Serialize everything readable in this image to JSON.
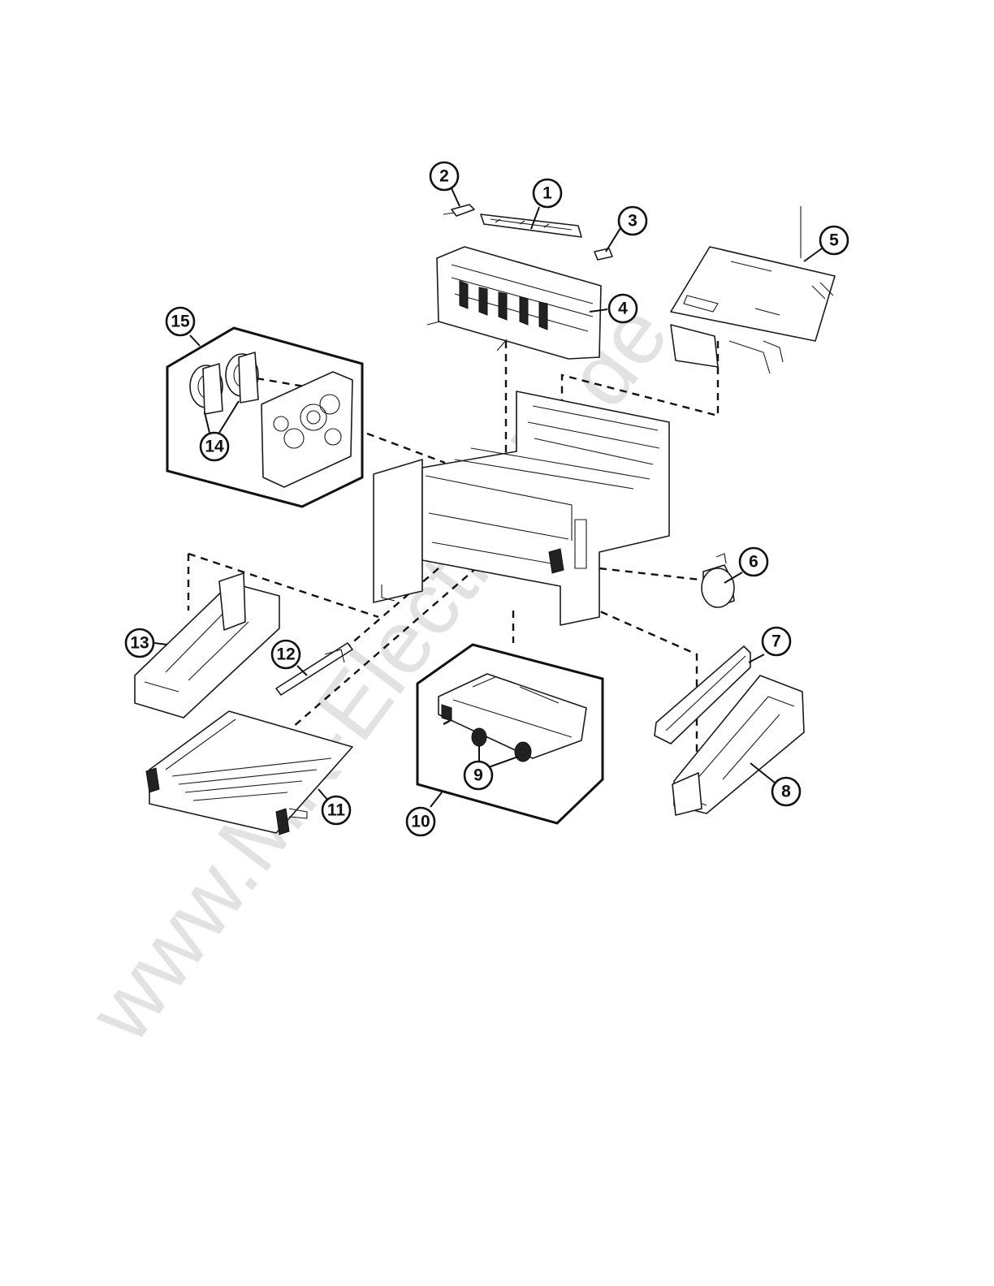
{
  "diagram": {
    "callouts": [
      "1",
      "2",
      "3",
      "4",
      "5",
      "6",
      "7",
      "8",
      "9",
      "10",
      "11",
      "12",
      "13",
      "14",
      "15"
    ],
    "watermark": "www.MK-Electronic.de",
    "colors": {
      "line": "#111111",
      "watermark": "#d9d9d9",
      "background": "#ffffff"
    }
  }
}
